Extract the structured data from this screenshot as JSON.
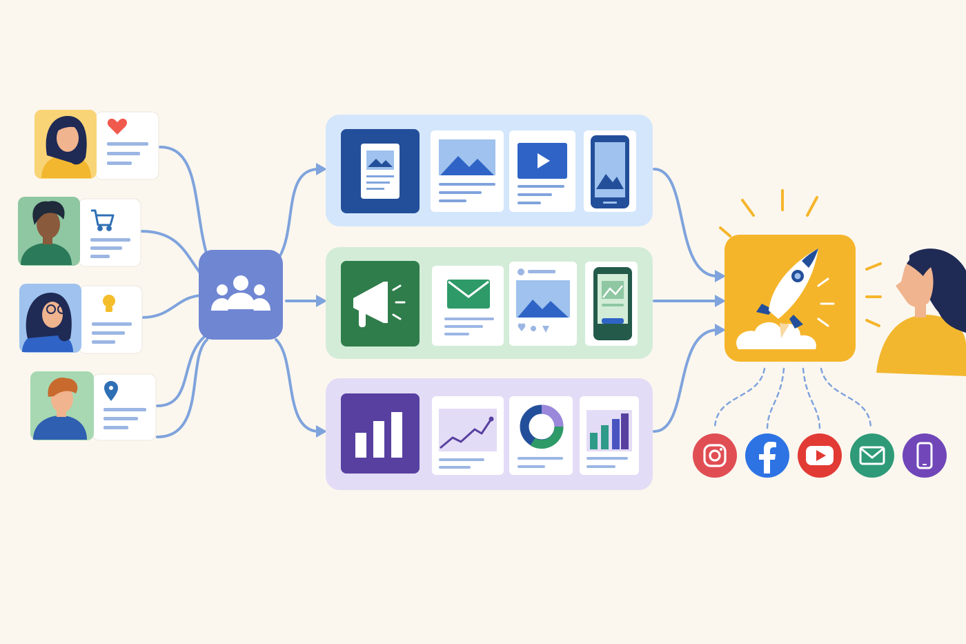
{
  "colors": {
    "background": "#fbf7ef",
    "connector": "#7fa3dc",
    "hub": "#6f86d3",
    "row_blue_bg": "#d4e6fb",
    "row_blue_accent": "#234f9a",
    "row_green_bg": "#d3ecd8",
    "row_green_accent": "#2f7d4b",
    "row_purple_bg": "#e3dcf6",
    "row_purple_accent": "#5740a0",
    "launch_tile": "#f5b52b",
    "instagram": "#d8326b",
    "facebook": "#2d73e4",
    "youtube": "#e23a34",
    "email": "#2e9a78",
    "mobile": "#7046b8"
  },
  "profiles": [
    {
      "id": "woman-heart",
      "icon": "heart-icon",
      "accent": "#ef5a4d",
      "avatar_bg": "#f9d476",
      "shirt": "#f2b72f"
    },
    {
      "id": "man-cart",
      "icon": "shopping-cart-icon",
      "accent": "#2f6fb4",
      "avatar_bg": "#8ec7a2",
      "shirt": "#2b7a5a"
    },
    {
      "id": "woman-idea",
      "icon": "lightbulb-icon",
      "accent": "#f4bd2b",
      "avatar_bg": "#9fc2ee",
      "shirt": "#2f64c6"
    },
    {
      "id": "man-location",
      "icon": "location-pin-icon",
      "accent": "#2f6fb4",
      "avatar_bg": "#a7d8b2",
      "shirt": "#2f5fb0"
    }
  ],
  "hub": {
    "icon": "audience-group-icon"
  },
  "rows": [
    {
      "id": "content",
      "items": [
        "article-icon",
        "image-card-icon",
        "video-card-icon",
        "mobile-preview-icon"
      ]
    },
    {
      "id": "campaign",
      "items": [
        "megaphone-icon",
        "email-card-icon",
        "social-post-icon",
        "mobile-app-icon"
      ]
    },
    {
      "id": "analytics",
      "items": [
        "bar-chart-icon",
        "trend-line-icon",
        "donut-chart-icon",
        "bar-graph-icon"
      ]
    }
  ],
  "launch": {
    "icon": "rocket-icon"
  },
  "audience": {
    "icon": "person-woman-icon"
  },
  "channels": [
    "instagram-icon",
    "facebook-icon",
    "youtube-icon",
    "email-icon",
    "mobile-icon"
  ]
}
